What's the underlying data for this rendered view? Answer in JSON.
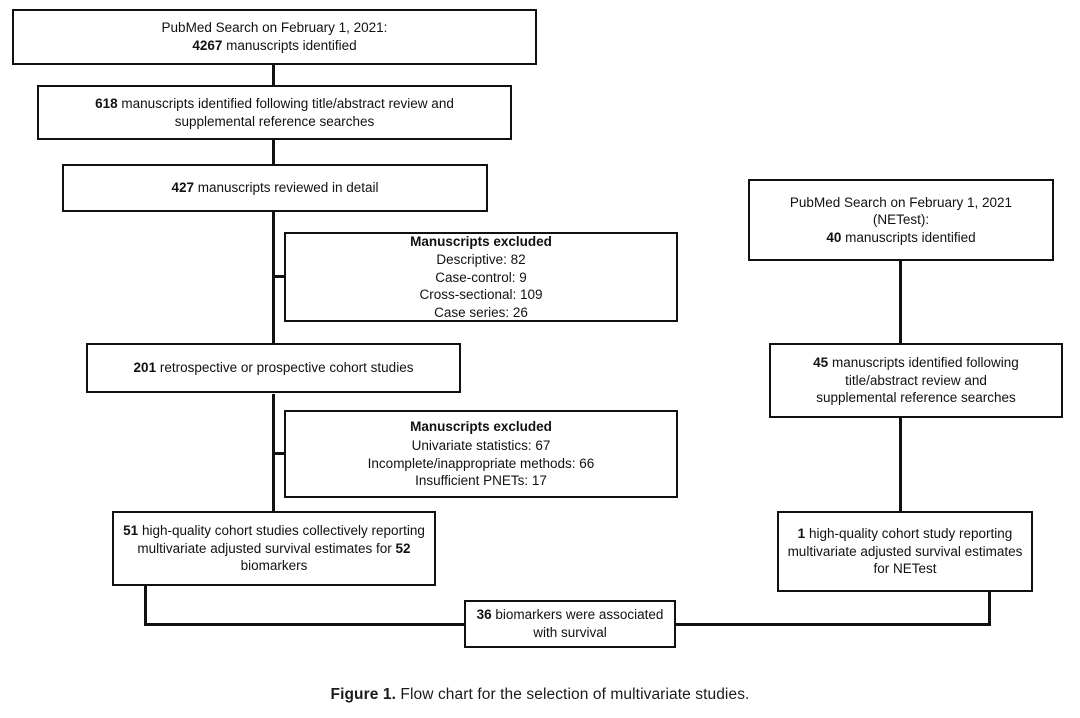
{
  "figure": {
    "caption_label": "Figure 1.",
    "caption_text": " Flow chart for the selection of multivariate studies."
  },
  "chart_data": {
    "type": "diagram",
    "title": "Flow chart for the selection of multivariate studies",
    "left_branch": [
      {
        "id": "pubmed-main",
        "count": "4267",
        "text": "PubMed Search on February 1, 2021:\n4267 manuscripts identified"
      },
      {
        "id": "title-abstract-review",
        "count": "618",
        "text": "618 manuscripts identified following title/abstract review and supplemental reference searches"
      },
      {
        "id": "reviewed-detail",
        "count": "427",
        "text": "427 manuscripts reviewed in detail"
      },
      {
        "id": "cohort-studies",
        "count": "201",
        "text": "201 retrospective or prospective cohort studies"
      },
      {
        "id": "high-quality-cohort",
        "count": "51",
        "text": "51 high-quality cohort studies collectively reporting multivariate adjusted survival estimates for 52 biomarkers"
      }
    ],
    "right_branch": [
      {
        "id": "pubmed-netest",
        "count": "40",
        "text": "PubMed Search on February 1, 2021 (NETest): 40 manuscripts identified"
      },
      {
        "id": "netest-review",
        "count": "45",
        "text": "45 manuscripts identified following title/abstract review and supplemental reference searches"
      },
      {
        "id": "netest-high-quality",
        "count": "1",
        "text": "1 high-quality cohort study reporting multivariate adjusted survival estimates for NETest"
      }
    ],
    "exclusions": [
      {
        "id": "exclusion-1",
        "header": "Manuscripts excluded",
        "items": [
          "Descriptive: 82",
          "Case-control: 9",
          "Cross-sectional: 109",
          "Case series: 26"
        ]
      },
      {
        "id": "exclusion-2",
        "header": "Manuscripts excluded",
        "items": [
          "Univariate statistics: 67",
          "Incomplete/inappropriate methods: 66",
          "Insufficient PNETs: 17"
        ]
      }
    ],
    "outcome": {
      "id": "outcome",
      "count": "36",
      "text": "36 biomarkers were associated with survival"
    }
  },
  "nodes": {
    "pubmed_main": {
      "line1": "PubMed Search on February 1, 2021:",
      "line2_bold": "4267",
      "line2_rest": " manuscripts identified"
    },
    "title_abstract": {
      "bold": "618",
      "line1_rest": " manuscripts identified following title/abstract review and",
      "line2": "supplemental reference searches"
    },
    "reviewed_detail": {
      "bold": "427",
      "rest": " manuscripts reviewed in detail"
    },
    "cohort_studies": {
      "bold": "201",
      "rest": " retrospective or prospective cohort studies"
    },
    "high_quality": {
      "bold1": "51",
      "part1": " high-quality cohort studies collectively reporting multivariate adjusted survival estimates for ",
      "bold2": "52",
      "part2": " biomarkers"
    },
    "exclusion_1": {
      "header": "Manuscripts excluded",
      "item1": "Descriptive: 82",
      "item2": "Case-control: 9",
      "item3": "Cross-sectional: 109",
      "item4": "Case series: 26"
    },
    "exclusion_2": {
      "header": "Manuscripts excluded",
      "item1": "Univariate statistics: 67",
      "item2": "Incomplete/inappropriate methods: 66",
      "item3": "Insufficient PNETs: 17"
    },
    "pubmed_netest": {
      "line1": "PubMed Search on February 1, 2021",
      "line2": "(NETest):",
      "line3_bold": "40",
      "line3_rest": " manuscripts identified"
    },
    "netest_review": {
      "bold": "45",
      "line1_rest": " manuscripts identified following",
      "line2": "title/abstract review and",
      "line3": "supplemental reference searches"
    },
    "netest_high_quality": {
      "bold": "1",
      "line1_rest": " high-quality cohort study reporting",
      "line2": "multivariate adjusted survival estimates",
      "line3": "for NETest"
    },
    "outcome": {
      "bold": "36",
      "line1_rest": " biomarkers were associated",
      "line2": "with survival"
    }
  },
  "colors": {
    "border": "#111111",
    "background": "#ffffff",
    "text": "#111111"
  }
}
